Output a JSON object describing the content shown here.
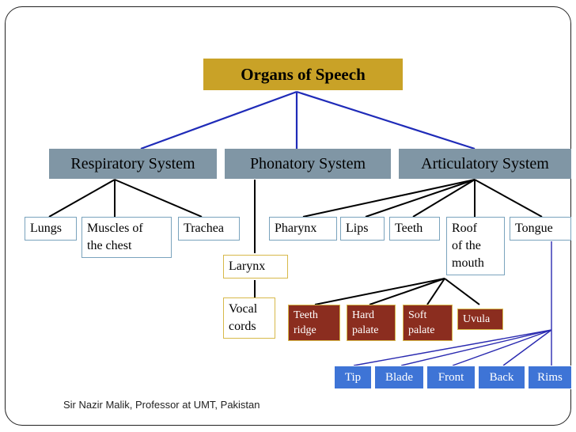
{
  "title": "Organs of Speech",
  "systems": {
    "respiratory": "Respiratory System",
    "phonatory": "Phonatory System",
    "articulatory": "Articulatory System"
  },
  "respiratory_items": {
    "lungs": "Lungs",
    "muscles": "Muscles of\nthe chest",
    "trachea": "Trachea"
  },
  "phonatory_items": {
    "larynx": "Larynx",
    "vocal_cords": "Vocal\ncords"
  },
  "articulatory_items": {
    "pharynx": "Pharynx",
    "lips": "Lips",
    "teeth": "Teeth",
    "roof": "Roof\nof the\nmouth",
    "tongue": "Tongue"
  },
  "roof_parts": {
    "teeth_ridge": "Teeth\nridge",
    "hard_palate": "Hard\npalate",
    "soft_palate": "Soft\npalate",
    "uvula": "Uvula"
  },
  "tongue_parts": {
    "tip": "Tip",
    "blade": "Blade",
    "front": "Front",
    "back": "Back",
    "rims": "Rims"
  },
  "footer": "Sir Nazir Malik, Professor at UMT, Pakistan",
  "colors": {
    "root_fill": "#c9a227",
    "system_fill": "#8096a5",
    "roof_part_fill": "#8b2d1f",
    "tongue_part_fill": "#3e74d6",
    "root_connector": "#1f2bb8",
    "tongue_connector": "#2a2ab0"
  }
}
